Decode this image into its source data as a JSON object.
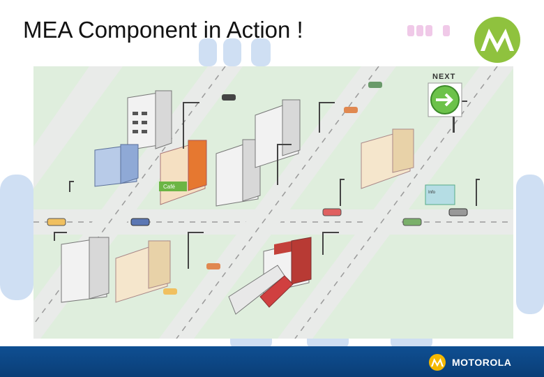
{
  "slide": {
    "title": "MEA Component in Action !"
  },
  "scene": {
    "next_sign": "NEXT",
    "cafe_sign": "Café",
    "kiosk_sign": "Info"
  },
  "footer": {
    "brand": "MOTOROLA",
    "color": "#0f4f92"
  },
  "logo": {
    "color": "#8fc23e",
    "icon": "motorola-batwing-logo"
  }
}
